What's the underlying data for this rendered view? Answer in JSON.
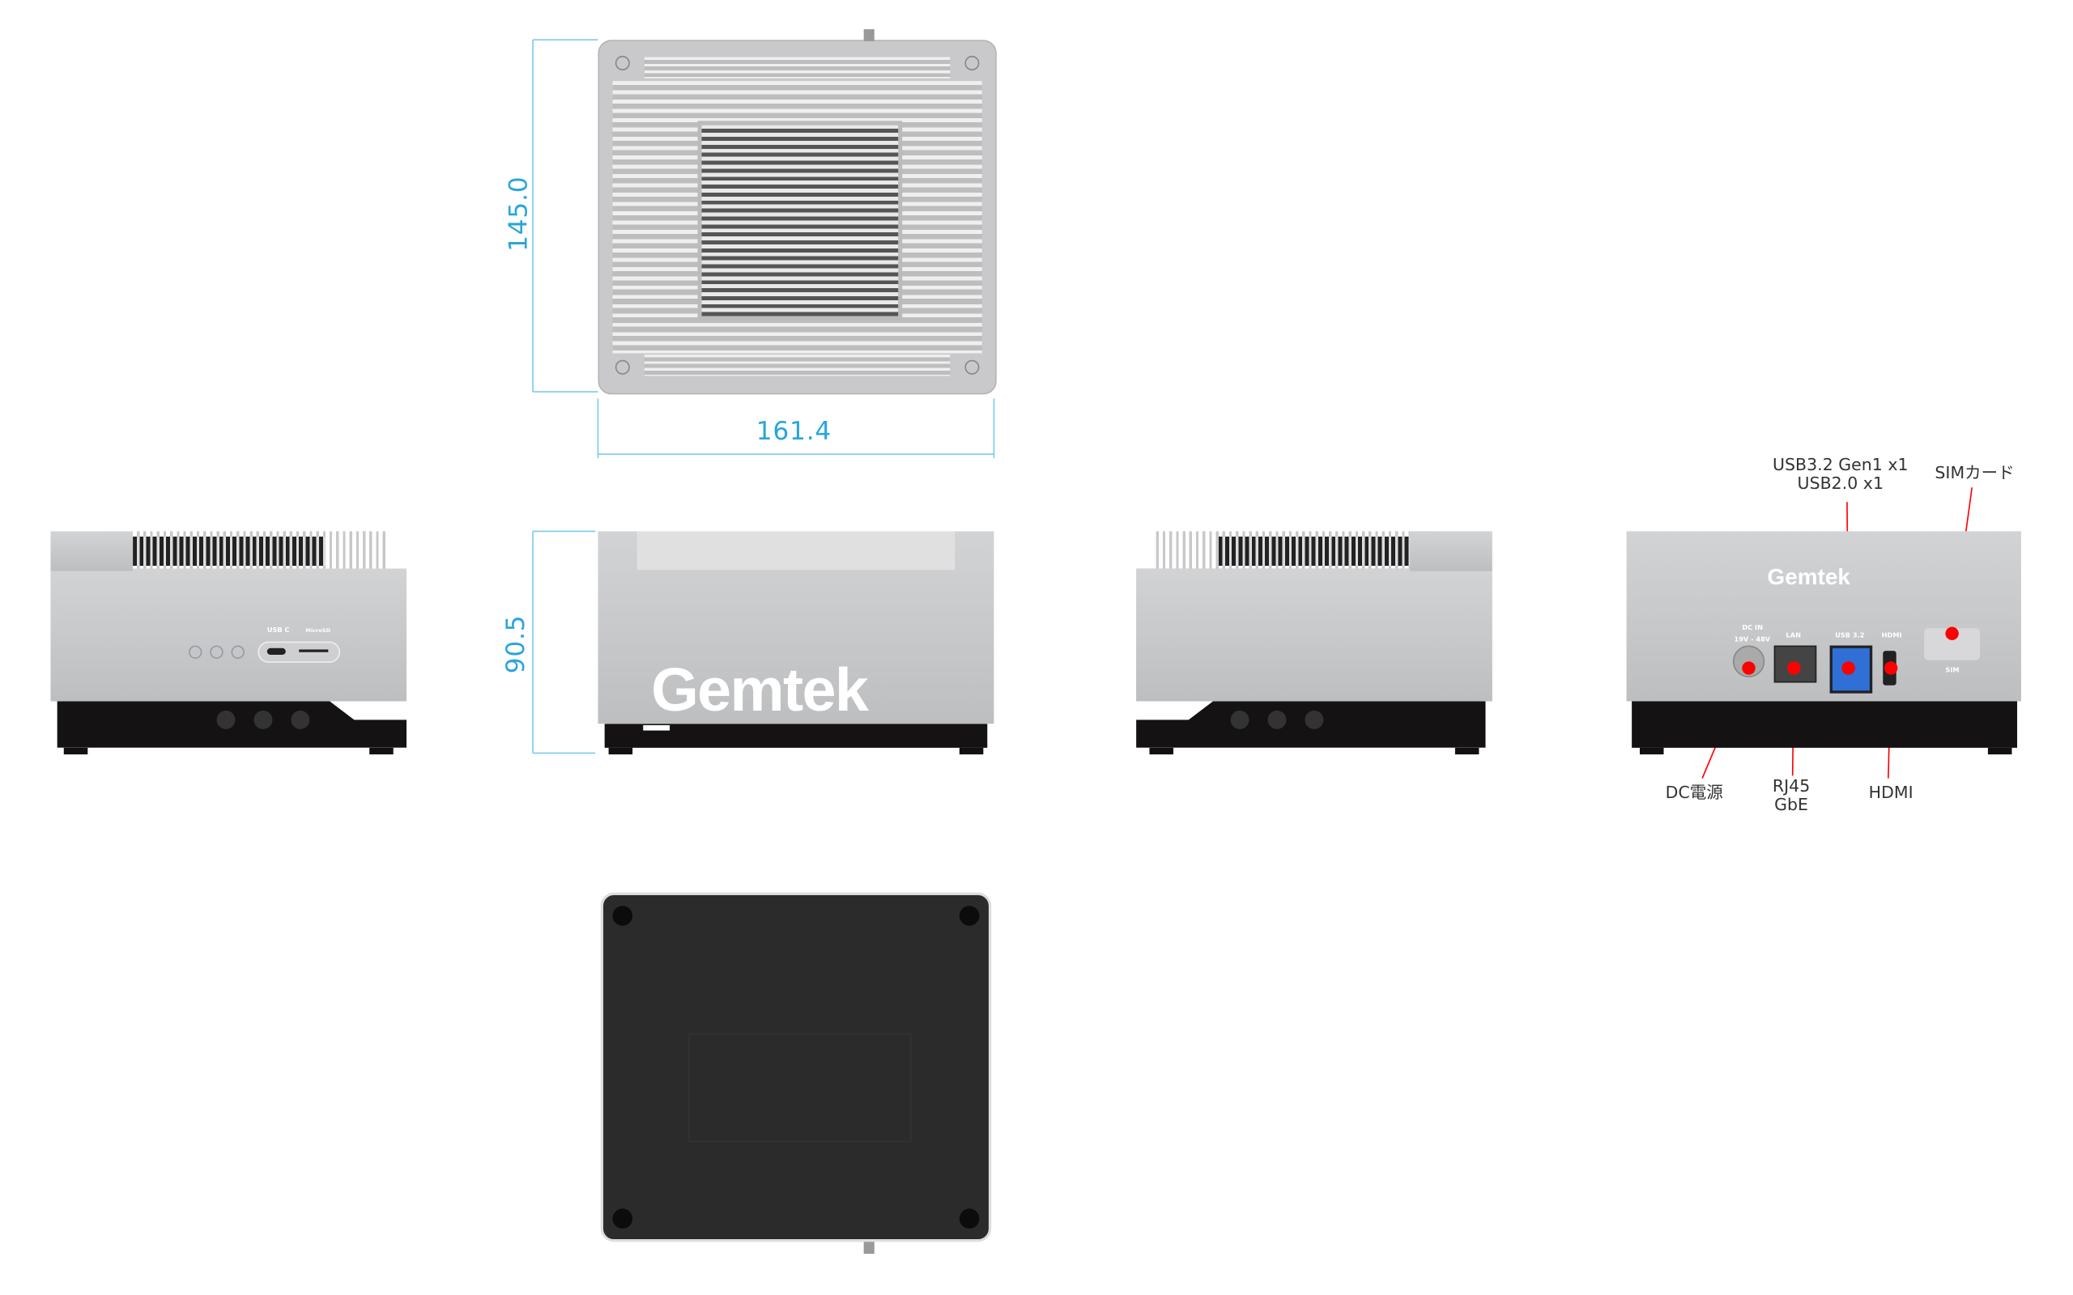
{
  "dimensions": {
    "depth": "145.0",
    "width": "161.4",
    "height": "90.5"
  },
  "brand": "Gemtek",
  "side_labels": {
    "usb_c": "USB C",
    "microsd": "MicroSD"
  },
  "rear_port_labels": {
    "dc_in": "DC IN",
    "dc_voltage": "19V - 48V",
    "lan": "LAN",
    "usb": "USB 3.2",
    "hdmi": "HDMI",
    "sim": "SIM"
  },
  "callouts": {
    "usb_line1": "USB3.2 Gen1 x1",
    "usb_line2": "USB2.0 x1",
    "sim": "SIMカード",
    "dc": "DC電源",
    "rj45_line1": "RJ45",
    "rj45_line2": "GbE",
    "hdmi": "HDMI"
  },
  "colors": {
    "dimension": "#2aa5dd",
    "callout_marker": "#ff0000",
    "usb_port": "#2f6fd6"
  }
}
